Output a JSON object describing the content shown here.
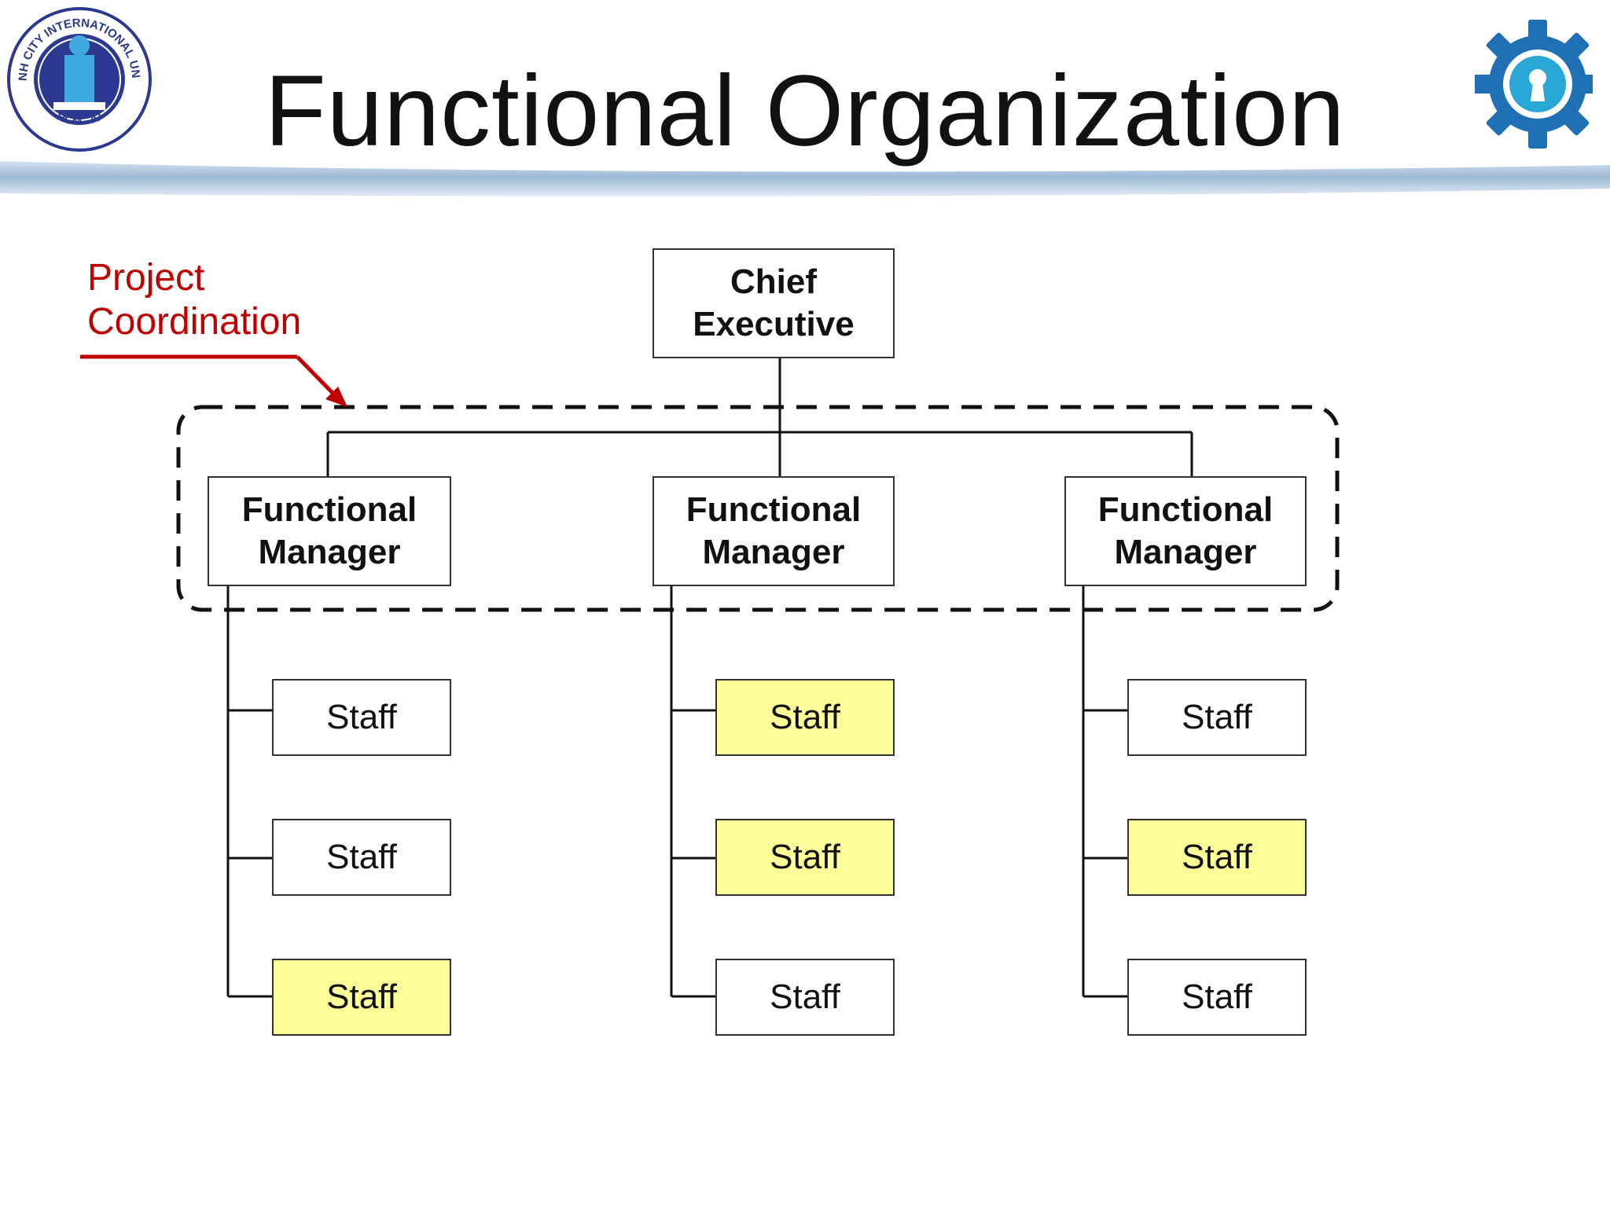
{
  "title": "Functional Organization",
  "colors": {
    "accent": "#c00000",
    "highlight": "#ffff99",
    "band": "#9bb8d6"
  },
  "logos": {
    "left": {
      "icon": "university-seal-icon",
      "ring_text_top": "HOCHIMINH CITY INTERNATIONAL UNIVERSITY",
      "ring_text_bottom": "HCM - IU"
    },
    "right": {
      "icon": "gear-keyhole-icon"
    }
  },
  "annotation": {
    "line1": "Project",
    "line2": "Coordination"
  },
  "chief": {
    "line1": "Chief",
    "line2": "Executive"
  },
  "managers": [
    {
      "line1": "Functional",
      "line2": "Manager",
      "staff": [
        {
          "label": "Staff",
          "highlighted": false
        },
        {
          "label": "Staff",
          "highlighted": false
        },
        {
          "label": "Staff",
          "highlighted": true
        }
      ]
    },
    {
      "line1": "Functional",
      "line2": "Manager",
      "staff": [
        {
          "label": "Staff",
          "highlighted": true
        },
        {
          "label": "Staff",
          "highlighted": true
        },
        {
          "label": "Staff",
          "highlighted": false
        }
      ]
    },
    {
      "line1": "Functional",
      "line2": "Manager",
      "staff": [
        {
          "label": "Staff",
          "highlighted": false
        },
        {
          "label": "Staff",
          "highlighted": true
        },
        {
          "label": "Staff",
          "highlighted": false
        }
      ]
    }
  ]
}
